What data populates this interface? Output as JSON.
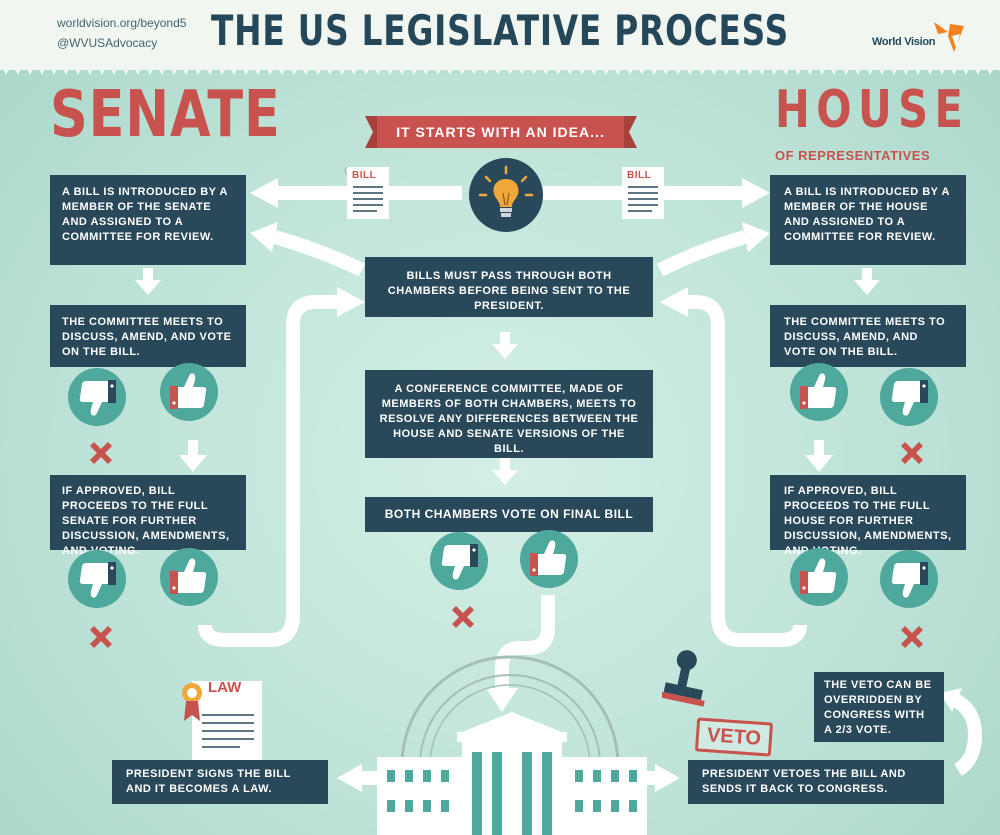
{
  "header": {
    "url": "worldvision.org/beyond5",
    "handle": "@WVUSAdvocacy",
    "title": "THE US LEGISLATIVE PROCESS",
    "logo": "World Vision"
  },
  "senate": {
    "title": "SENATE",
    "step1": "A BILL IS INTRODUCED BY A MEMBER OF THE SENATE AND ASSIGNED TO A COMMITTEE FOR REVIEW.",
    "step2": "THE COMMITTEE MEETS TO DISCUSS, AMEND, AND VOTE ON THE BILL.",
    "step3": "IF APPROVED, BILL PROCEEDS TO THE FULL SENATE FOR FURTHER DISCUSSION, AMENDMENTS, AND VOTING."
  },
  "house": {
    "title": "HOUSE",
    "subtitle": "OF REPRESENTATIVES",
    "step1": "A BILL IS INTRODUCED BY A MEMBER OF THE HOUSE AND ASSIGNED TO A COMMITTEE FOR REVIEW.",
    "step2": "THE COMMITTEE MEETS TO DISCUSS, AMEND, AND VOTE ON THE BILL.",
    "step3": "IF APPROVED, BILL PROCEEDS TO THE FULL HOUSE FOR FURTHER DISCUSSION, AMENDMENTS, AND VOTING."
  },
  "center": {
    "idea": "IT STARTS WITH AN IDEA...",
    "bill_tag": "BILL",
    "both_chambers": "BILLS MUST PASS THROUGH BOTH CHAMBERS BEFORE BEING SENT TO THE PRESIDENT.",
    "conference": "A CONFERENCE COMMITTEE, MADE OF MEMBERS OF BOTH CHAMBERS, MEETS TO RESOLVE ANY DIFFERENCES BETWEEN THE HOUSE AND SENATE VERSIONS OF THE BILL.",
    "final_vote": "BOTH CHAMBERS VOTE ON FINAL BILL"
  },
  "president": {
    "law_tag": "LAW",
    "veto_tag": "VETO",
    "signs": "PRESIDENT SIGNS THE BILL AND IT BECOMES A LAW.",
    "vetoes": "PRESIDENT VETOES THE BILL AND SENDS IT BACK TO CONGRESS.",
    "override": "THE VETO CAN BE OVERRIDDEN BY CONGRESS WITH A 2/3 VOTE."
  },
  "colors": {
    "navy": "#29485a",
    "red": "#c8524d",
    "teal": "#4fa89c",
    "mint": "#c4e6dc"
  },
  "icons": [
    "lightbulb-icon",
    "bill-document-icon",
    "thumbs-up-icon",
    "thumbs-down-icon",
    "x-mark-icon",
    "law-document-icon",
    "veto-stamp-icon",
    "white-house-icon",
    "seal-icon"
  ]
}
